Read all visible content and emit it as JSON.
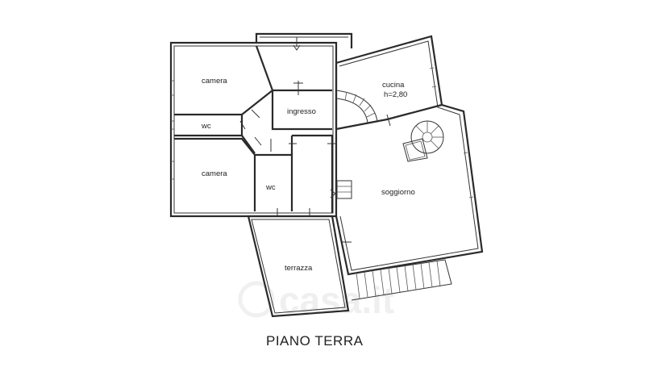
{
  "plan": {
    "title": "PIANO TERRA",
    "rooms": {
      "camera_top": "camera",
      "camera_bottom": "camera",
      "wc_left": "wc",
      "wc_mid": "wc",
      "ingresso": "ingresso",
      "cucina": "cucina",
      "cucina_height": "h=2,80",
      "soggiorno": "soggiorno",
      "terrazza": "terrazza"
    },
    "watermark": "casa.it"
  }
}
